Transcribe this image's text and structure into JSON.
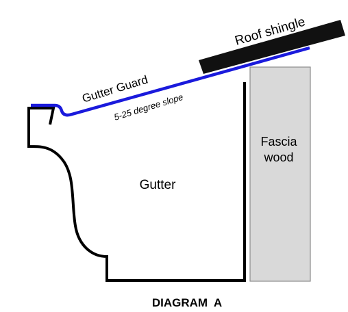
{
  "labels": {
    "roof_shingle": "Roof shingle",
    "gutter_guard": "Gutter Guard",
    "slope": "5-25 degree slope",
    "fascia_line1": "Fascia",
    "fascia_line2": "wood",
    "gutter": "Gutter",
    "caption": "DIAGRAM  A"
  },
  "colors": {
    "gutter_guard": "#1a1adc",
    "roof_shingle": "#111111",
    "fascia_fill": "#d9d9d9",
    "fascia_stroke": "#8c8c8c",
    "gutter_outline": "#000000"
  }
}
